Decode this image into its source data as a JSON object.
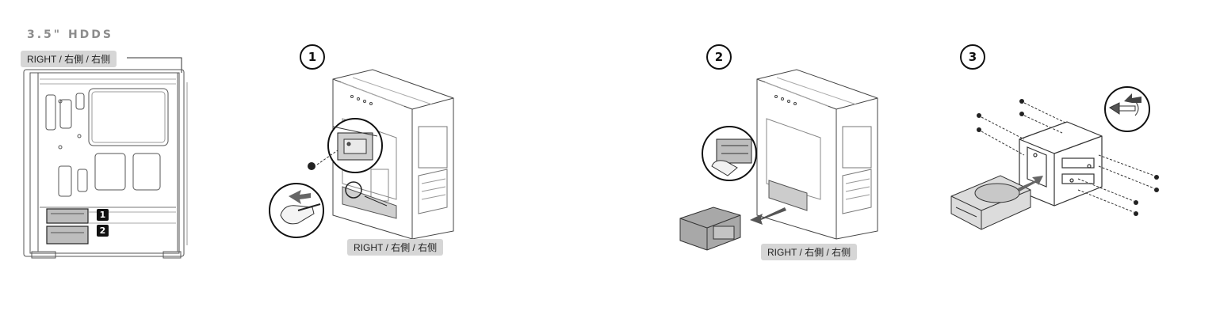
{
  "section_title": "3.5\" HDDS",
  "panel1": {
    "side_label": "RIGHT / 右側 / 右侧",
    "slot_badges": [
      "1",
      "2"
    ]
  },
  "step1": {
    "number": "1",
    "side_label": "RIGHT / 右側 / 右侧"
  },
  "step2": {
    "number": "2",
    "side_label": "RIGHT / 右側 / 右侧"
  },
  "step3": {
    "number": "3"
  }
}
